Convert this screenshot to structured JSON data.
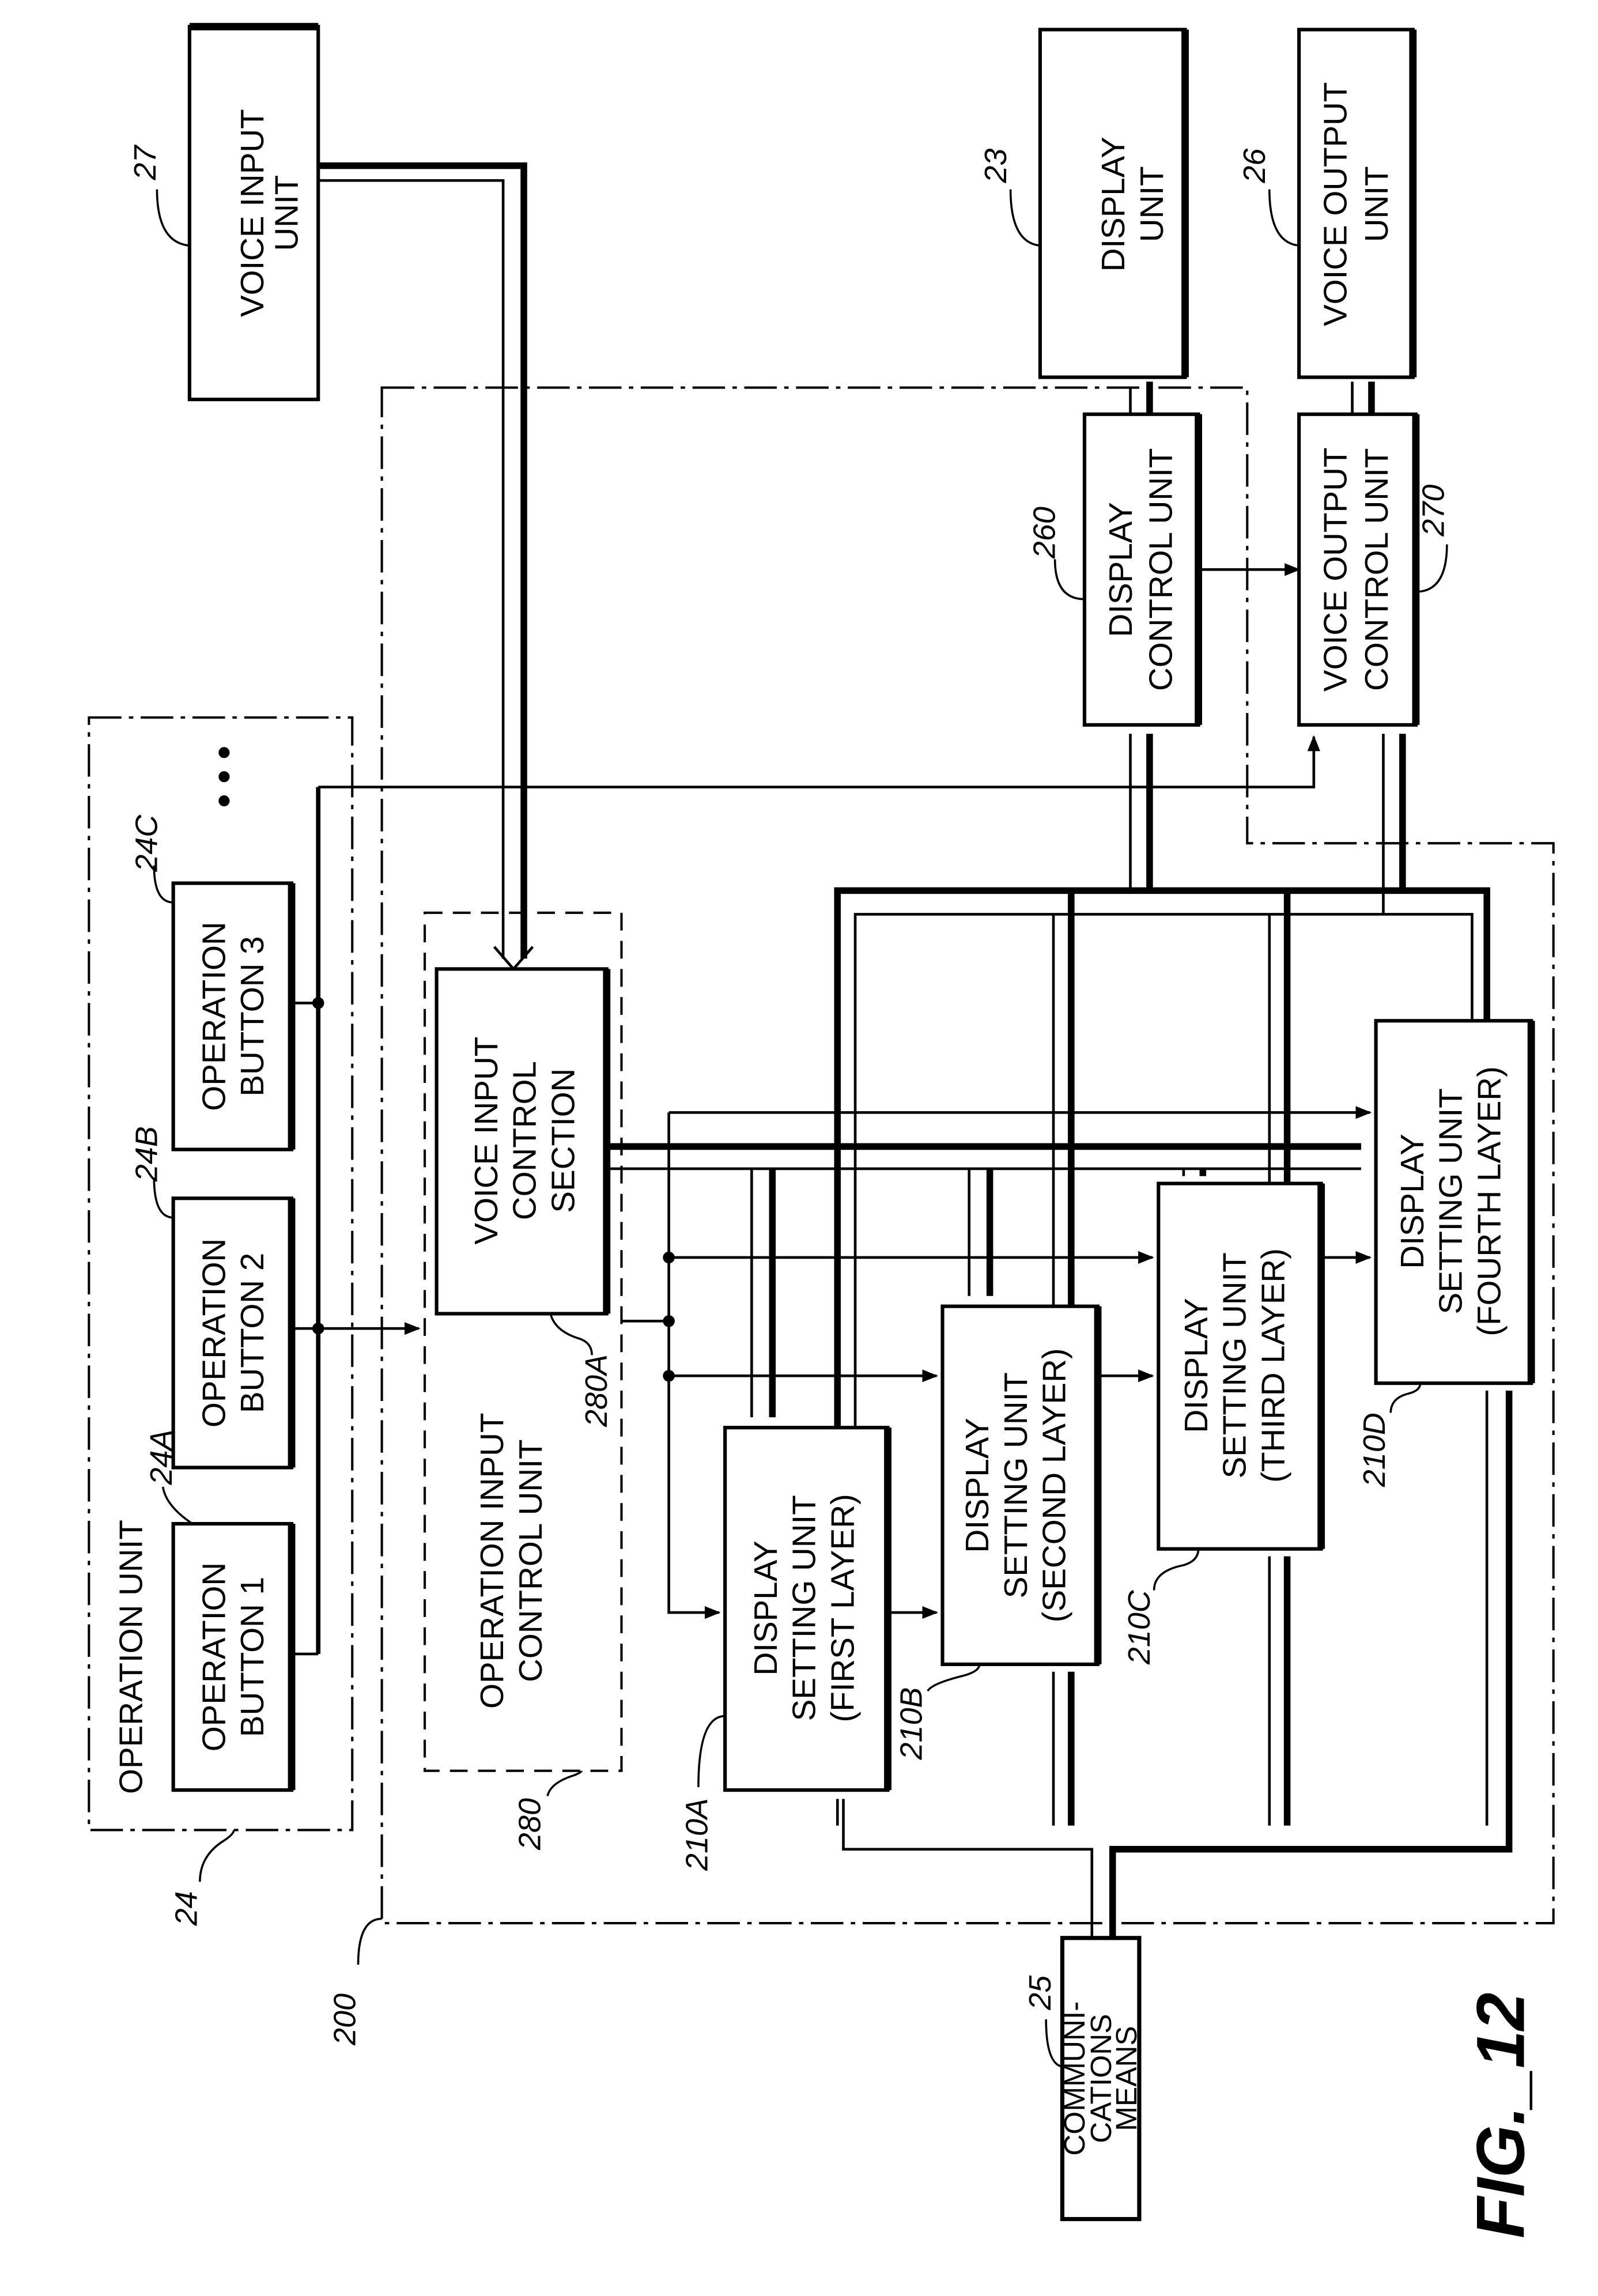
{
  "figure": {
    "caption": "FIG._12",
    "blocks": {
      "voice_input_unit": {
        "ref": "27",
        "line1": "VOICE INPUT",
        "line2": "UNIT"
      },
      "display_unit": {
        "ref": "23",
        "line1": "DISPLAY",
        "line2": "UNIT"
      },
      "voice_output_unit": {
        "ref": "26",
        "line1": "VOICE OUTPUT",
        "line2": "UNIT"
      },
      "operation_unit": {
        "ref": "24",
        "title": "OPERATION UNIT",
        "ellipsis": "• • •"
      },
      "operation_button_1": {
        "ref": "24A",
        "line1": "OPERATION",
        "line2": "BUTTON 1"
      },
      "operation_button_2": {
        "ref": "24B",
        "line1": "OPERATION",
        "line2": "BUTTON 2"
      },
      "operation_button_3": {
        "ref": "24C",
        "line1": "OPERATION",
        "line2": "BUTTON 3"
      },
      "control_device": {
        "ref": "200"
      },
      "operation_input_control_unit": {
        "ref": "280",
        "line1": "OPERATION INPUT",
        "line2": "CONTROL UNIT"
      },
      "voice_input_control_section": {
        "ref": "280A",
        "line1": "VOICE INPUT",
        "line2": "CONTROL",
        "line3": "SECTION"
      },
      "display_control_unit": {
        "ref": "260",
        "line1": "DISPLAY",
        "line2": "CONTROL UNIT"
      },
      "voice_output_control_unit": {
        "ref": "270",
        "line1": "VOICE OUTPUT",
        "line2": "CONTROL UNIT"
      },
      "display_setting_first": {
        "ref": "210A",
        "line1": "DISPLAY",
        "line2": "SETTING UNIT",
        "line3": "(FIRST LAYER)"
      },
      "display_setting_second": {
        "ref": "210B",
        "line1": "DISPLAY",
        "line2": "SETTING UNIT",
        "line3": "(SECOND LAYER)"
      },
      "display_setting_third": {
        "ref": "210C",
        "line1": "DISPLAY",
        "line2": "SETTING UNIT",
        "line3": "(THIRD LAYER)"
      },
      "display_setting_fourth": {
        "ref": "210D",
        "line1": "DISPLAY",
        "line2": "SETTING UNIT",
        "line3": "(FOURTH LAYER)"
      },
      "communications_means": {
        "ref": "25",
        "line1": "COMMUNI-",
        "line2": "CATIONS",
        "line3": "MEANS"
      }
    }
  }
}
